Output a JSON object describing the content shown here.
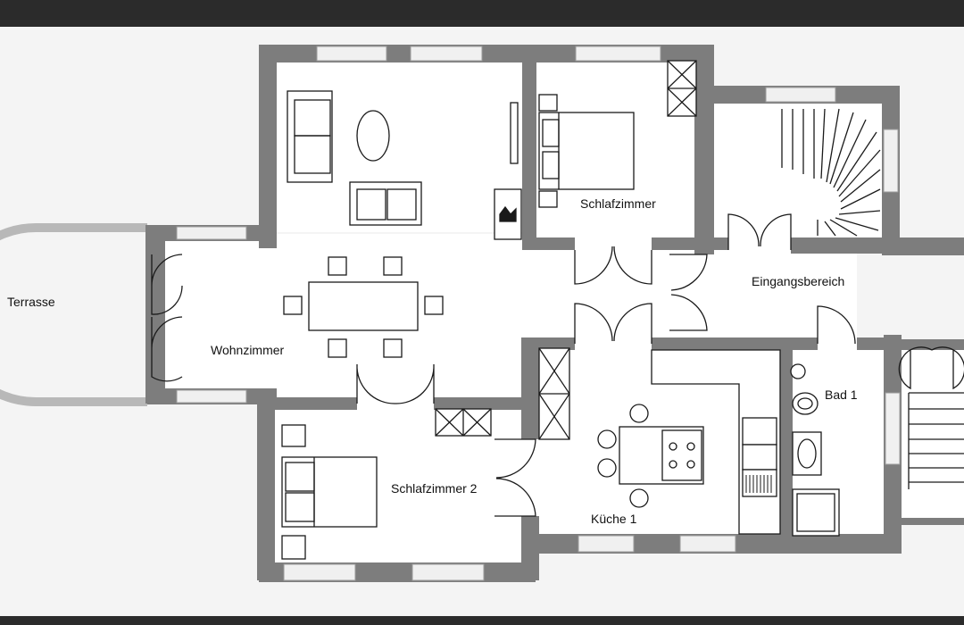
{
  "plan": {
    "rooms": {
      "terrace": "Terrasse",
      "living": "Wohnzimmer",
      "bedroom": "Schlafzimmer",
      "entrance": "Eingangsbereich",
      "bath": "Bad 1",
      "bedroom2": "Schlafzimmer 2",
      "kitchen": "Küche 1"
    }
  },
  "colors": {
    "paper": "#f4f4f4",
    "floor": "#ffffff",
    "wall": "#7d7d7d",
    "window": "#f0f0f0",
    "line": "#1a1a1a",
    "bezel": "#2b2b2b"
  }
}
